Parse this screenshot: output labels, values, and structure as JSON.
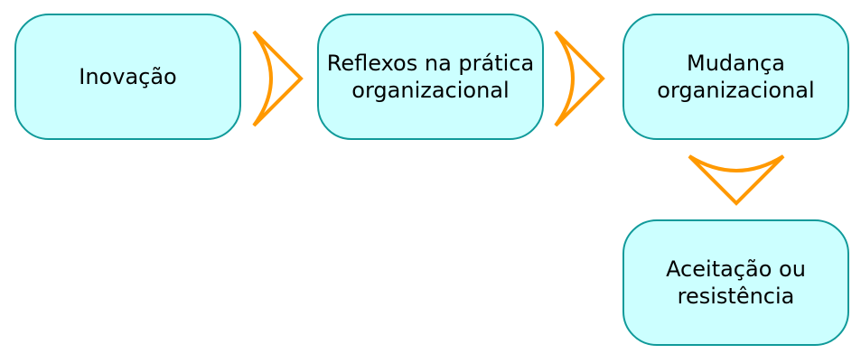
{
  "nodes": [
    {
      "label": "Inovação"
    },
    {
      "label": "Reflexos na prática organizacional"
    },
    {
      "label": "Mudança organizacional"
    },
    {
      "label": "Aceitação ou resistência"
    }
  ],
  "colors": {
    "box_fill": "#ccffff",
    "box_border": "#109a9a",
    "arrow": "#ff9900"
  }
}
